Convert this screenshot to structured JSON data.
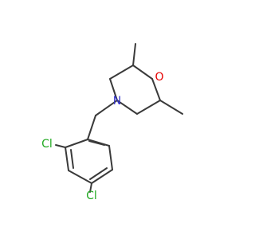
{
  "diagram": {
    "labels": {
      "nitrogen": "N",
      "oxygen": "O",
      "chlorine_ortho": "Cl",
      "chlorine_para": "Cl"
    },
    "colors": {
      "bond": "#3a3a3a",
      "nitrogen": "#3333cc",
      "oxygen": "#e60000",
      "chlorine": "#22aa22"
    }
  }
}
